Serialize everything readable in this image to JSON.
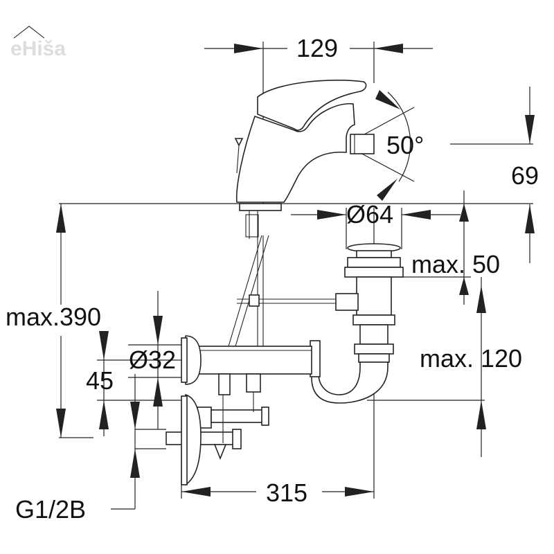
{
  "watermark": "eHiša",
  "dimensions": {
    "width_top": "129",
    "angle": "50°",
    "height_spout": "69",
    "diameter_flange": "Ø64",
    "max_50": "max. 50",
    "max_390": "max.390",
    "diameter_pipe": "Ø32",
    "dim_45": "45",
    "max_120": "max. 120",
    "width_bottom": "315",
    "thread": "G1/2B"
  },
  "colors": {
    "line": "#222222",
    "watermark": "#dddddd",
    "background": "#ffffff"
  }
}
